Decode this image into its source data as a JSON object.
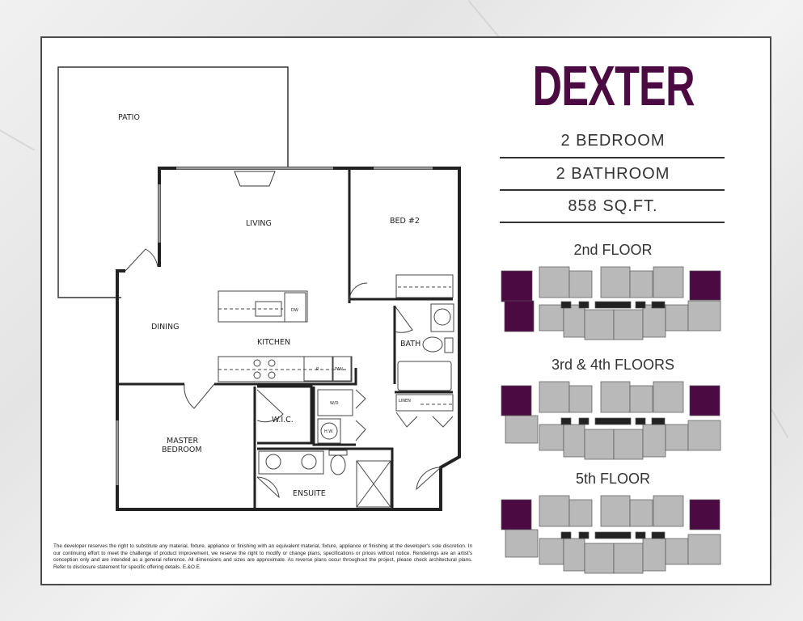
{
  "unit": {
    "name": "DEXTER",
    "bedrooms": "2 BEDROOM",
    "bathrooms": "2 BATHROOM",
    "area": "858 SQ.FT."
  },
  "rooms": {
    "patio": "PATIO",
    "living": "LIVING",
    "bed2": "BED #2",
    "dining": "DINING",
    "kitchen": "KITCHEN",
    "bath": "BATH",
    "linen": "LINEN",
    "wic": "W.I.C.",
    "master_line1": "MASTER",
    "master_line2": "BEDROOM",
    "ensuite": "ENSUITE",
    "washer_dryer": "W/D",
    "hot_water": "H.W.",
    "fridge": "R",
    "pantry": "PAN.",
    "dishwasher": "DW"
  },
  "keyplans": [
    {
      "label": "2nd FLOOR"
    },
    {
      "label": "3rd & 4th FLOORS"
    },
    {
      "label": "5th FLOOR"
    }
  ],
  "colors": {
    "accent": "#4b0b42",
    "unit_gray": "#b9b9b9",
    "storage": "#222222"
  },
  "disclaimer": "The developer reserves the right to substitute any material, fixture, appliance or finishing with an equivalent material, fixture, appliance or finishing at the developer's sole discretion. In our continuing effort to meet the challenge of product improvement, we reserve the right to modify or change plans, specifications or prices without notice. Renderings are an artist's conception only and are intended as a general reference. All dimensions and sizes are approximate. As reverse plans occur throughout the project, please check architectural plans. Refer to disclosure statement for specific offering details. E.&O.E."
}
